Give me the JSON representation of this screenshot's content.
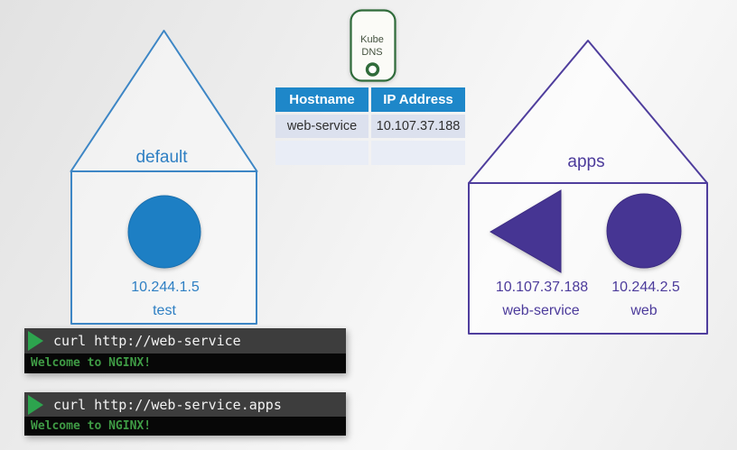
{
  "colors": {
    "namespace_default_blue": "#2e7fc3",
    "pod_fill_blue": "#1d7fc4",
    "namespace_apps_purple": "#4c3b9b",
    "resource_fill_purple": "#463593",
    "kube_dns_green": "#2f6b3a",
    "table_header_blue": "#1e87c9",
    "table_row_bg": "#dce1ee",
    "terminal_header_gray": "#3d3d3d",
    "terminal_output_black": "#070707",
    "terminal_prompt_green": "#2da44e",
    "terminal_text_green": "#3f9b45"
  },
  "kube_dns": {
    "label": "Kube DNS"
  },
  "dns_table": {
    "headers": [
      "Hostname",
      "IP Address"
    ],
    "rows": [
      {
        "hostname": "web-service",
        "ip": "10.107.37.188"
      },
      {
        "hostname": "",
        "ip": ""
      }
    ]
  },
  "namespaces": {
    "default": {
      "name": "default",
      "pod": {
        "ip": "10.244.1.5",
        "name": "test"
      }
    },
    "apps": {
      "name": "apps",
      "service": {
        "ip": "10.107.37.188",
        "name": "web-service"
      },
      "pod": {
        "ip": "10.244.2.5",
        "name": "web"
      }
    }
  },
  "terminals": [
    {
      "command": "curl http://web-service",
      "output": "Welcome to NGINX!"
    },
    {
      "command": "curl http://web-service.apps",
      "output": "Welcome to NGINX!"
    }
  ]
}
